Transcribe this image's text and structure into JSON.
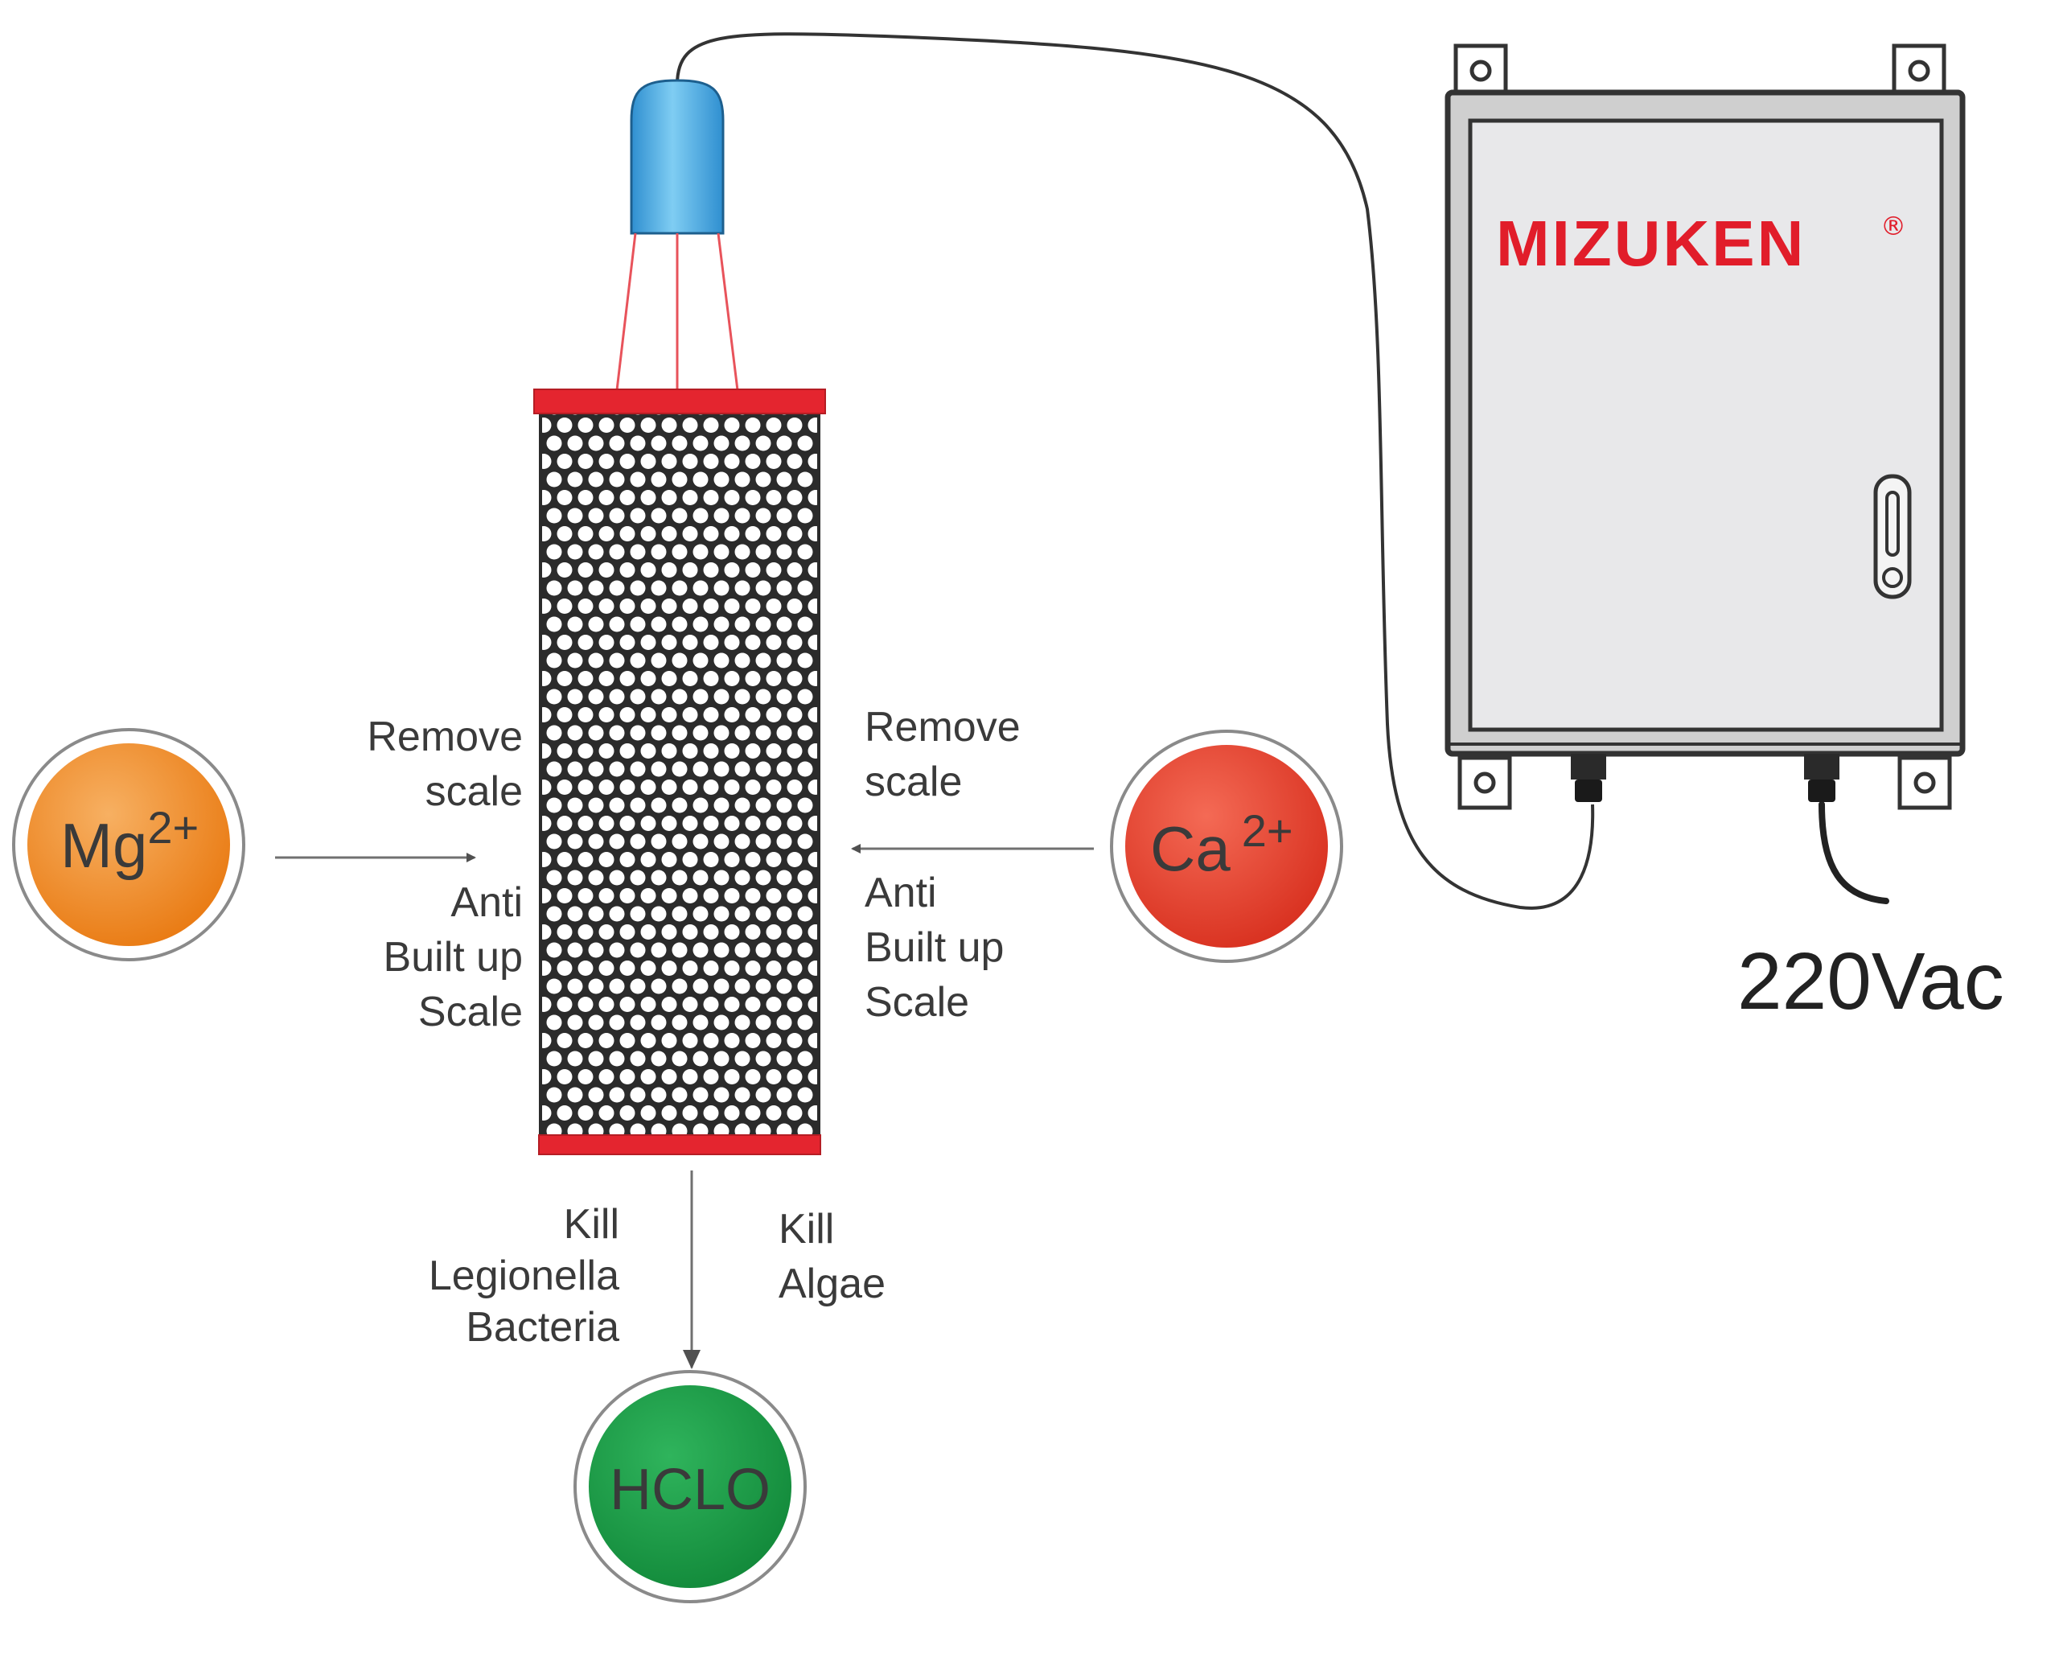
{
  "brand": {
    "name": "MIZUKEN",
    "mark": "®"
  },
  "colors": {
    "brand_red": "#e11d2a",
    "mg_orange": "#f08a20",
    "ca_red": "#e8432e",
    "hclo_green": "#1aa04a",
    "probe_blue": "#3aa0da",
    "cabinet_gray": "#e6e6e6",
    "cable": "#333333",
    "arrow": "#707070"
  },
  "ions": {
    "mg": {
      "base": "Mg",
      "charge": "2+"
    },
    "ca": {
      "base": "Ca",
      "charge": "2+"
    },
    "hclo": {
      "text": "HCLO"
    }
  },
  "labels": {
    "left_remove": [
      "Remove",
      "scale"
    ],
    "left_anti": [
      "Anti",
      "Built up",
      "Scale"
    ],
    "right_remove": [
      "Remove",
      "scale"
    ],
    "right_anti": [
      "Anti",
      "Built up",
      "Scale"
    ],
    "kill_bacteria": [
      "Kill",
      "Legionella",
      "Bacteria"
    ],
    "kill_algae": [
      "Kill",
      "Algae"
    ],
    "voltage": "220Vac"
  },
  "icons": [
    "electrode-probe-icon",
    "mesh-electrode-icon",
    "control-cabinet-icon",
    "door-latch-icon",
    "cable-gland-icon",
    "mounting-bracket-icon"
  ]
}
